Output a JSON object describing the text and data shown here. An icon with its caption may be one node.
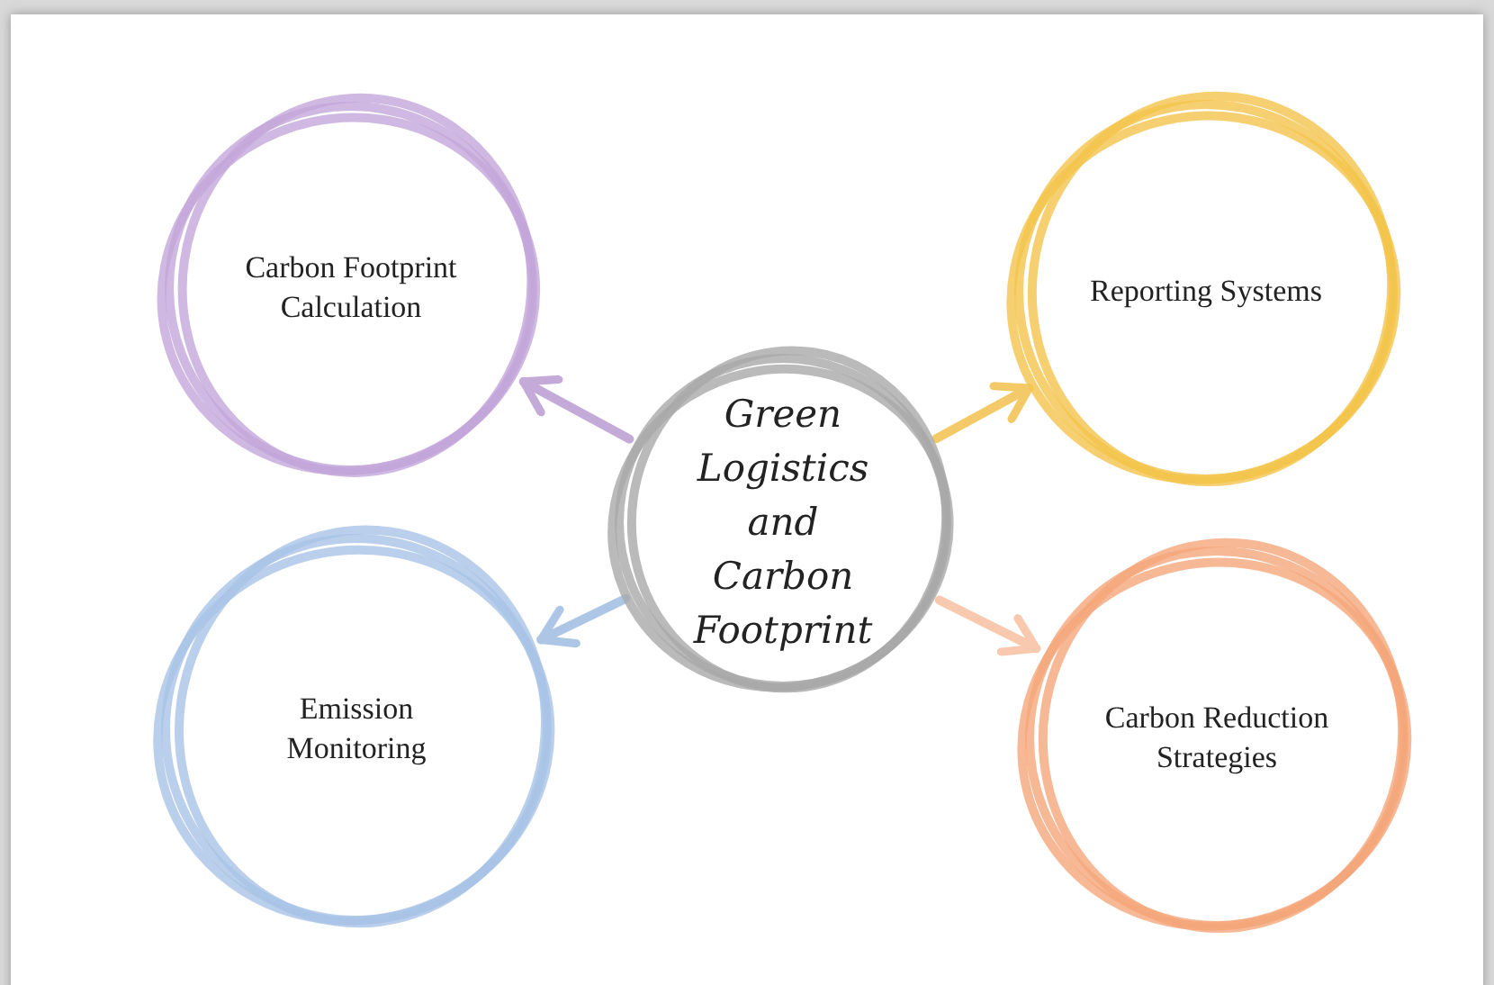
{
  "diagram": {
    "nodes": [
      {
        "text": [
          "Green Logistics and Carbon Footprint"
        ]
      },
      {
        "text": [
          "Carbon Footprint Calculation"
        ]
      },
      {
        "text": [
          "Reporting Systems"
        ]
      },
      {
        "text": [
          "Emission Monitoring"
        ]
      },
      {
        "text": [
          "Carbon Reduction Strategies"
        ]
      }
    ],
    "edges": [
      {
        "from": 0,
        "to": 1,
        "arrow": "to",
        "color": "#b99cd2"
      },
      {
        "from": 0,
        "to": 2,
        "arrow": "to",
        "color": "#f3c14e"
      },
      {
        "from": 0,
        "to": 3,
        "arrow": "to",
        "color": "#9fbde2"
      },
      {
        "from": 0,
        "to": 4,
        "arrow": "to",
        "color": "#f7bfa2"
      }
    ]
  }
}
